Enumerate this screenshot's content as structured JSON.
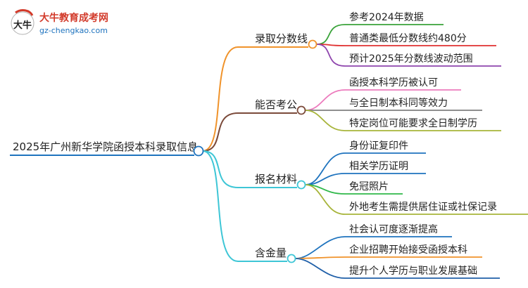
{
  "logo": {
    "name": "大牛教育成考网",
    "url": "gz-chengkao.com",
    "mark_text": "大牛"
  },
  "root": {
    "label": "2025年广州新华学院函授本科录取信息"
  },
  "branches": [
    {
      "label": "录取分数线",
      "color": "#f0932b",
      "leaves": [
        {
          "label": "参考2024年数据",
          "color": "#3aa33a"
        },
        {
          "label": "普通类最低分数线约480分",
          "color": "#e03030"
        },
        {
          "label": "预计2025年分数线波动范围",
          "color": "#8e44ad"
        }
      ]
    },
    {
      "label": "能否考公",
      "color": "#7b4a3a",
      "leaves": [
        {
          "label": "函授本科学历被认可",
          "color": "#ec7bbd"
        },
        {
          "label": "与全日制本科同等效力",
          "color": "#7f7f7f"
        },
        {
          "label": "特定岗位可能要求全日制学历",
          "color": "#a7b43a"
        }
      ]
    },
    {
      "label": "报名材料",
      "color": "#3ec6d6",
      "leaves": [
        {
          "label": "身份证复印件",
          "color": "#1e73be"
        },
        {
          "label": "相关学历证明",
          "color": "#1e73be"
        },
        {
          "label": "免冠照片",
          "color": "#2fb84a"
        },
        {
          "label": "外地考生需提供居住证或社保记录",
          "color": "#a7b43a"
        }
      ]
    },
    {
      "label": "含金量",
      "color": "#3ec6d6",
      "leaves": [
        {
          "label": "社会认可度逐渐提高",
          "color": "#1e73be"
        },
        {
          "label": "企业招聘开始接受函授本科",
          "color": "#f0932b"
        },
        {
          "label": "提升个人学历与职业发展基础",
          "color": "#1f5fa8"
        }
      ]
    }
  ]
}
